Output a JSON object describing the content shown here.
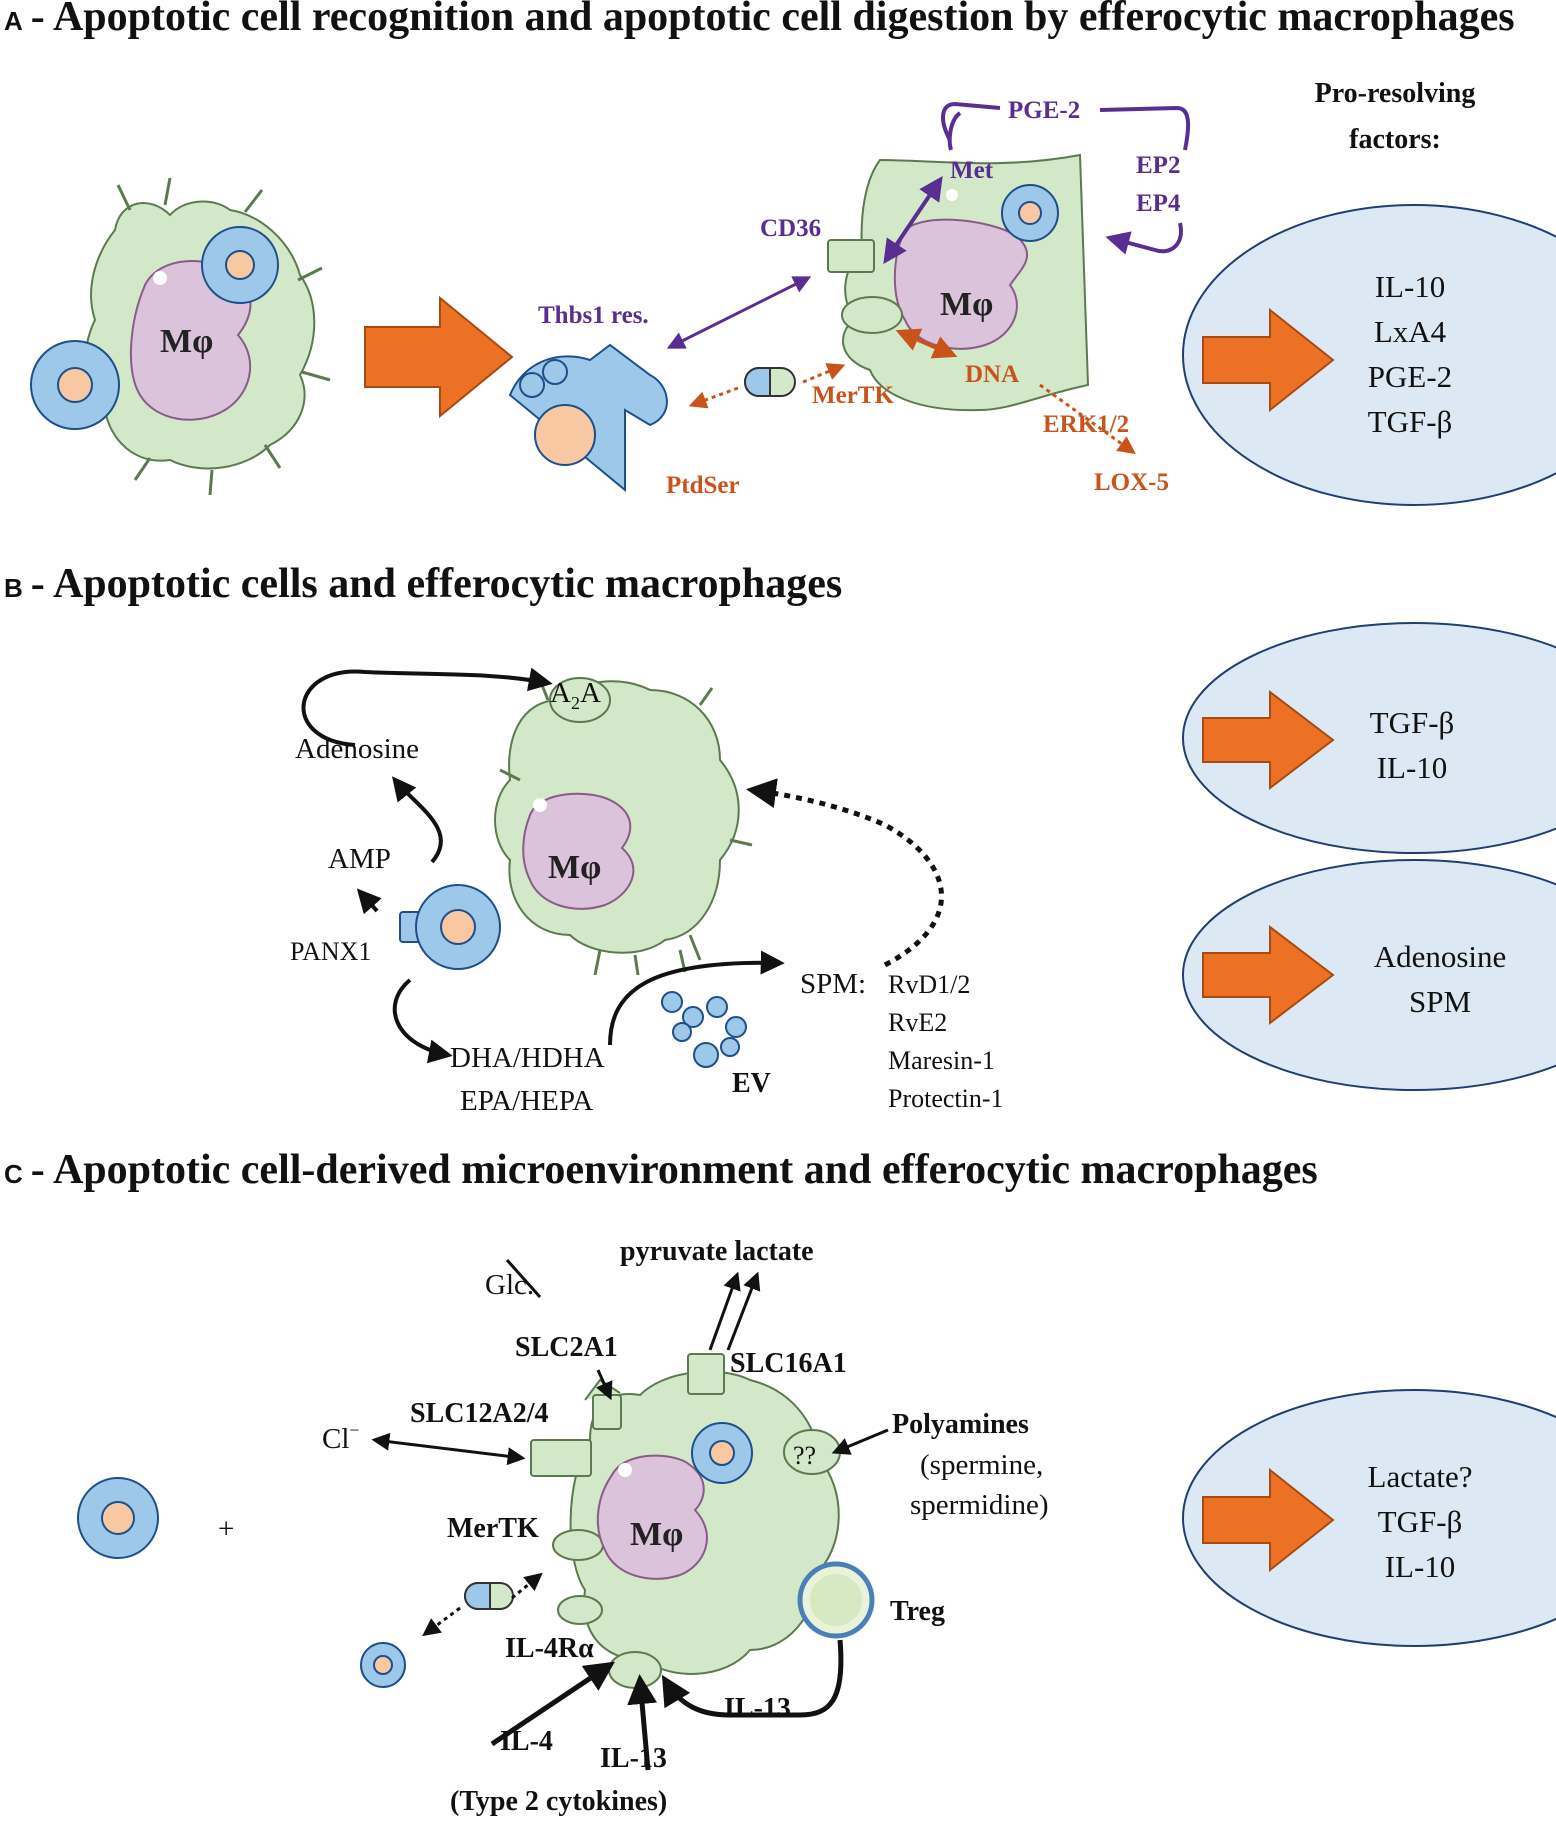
{
  "panel_a": {
    "letter": "A",
    "title": "- Apoptotic cell recognition and apoptotic cell digestion by  efferocytic macrophages",
    "macrophage_label": "Mφ",
    "labels": {
      "pge2": "PGE-2",
      "met": "Met",
      "ep2": "EP2",
      "ep4": "EP4",
      "cd36": "CD36",
      "thbs1": "Thbs1  res.",
      "mertk": "MerTK",
      "dna": "DNA",
      "ptdser": "PtdSer",
      "erk": "ERK1/2",
      "lox": "LOX-5"
    },
    "factors_heading_line1": "Pro-resolving",
    "factors_heading_line2": "factors:",
    "factors": [
      "IL-10",
      "LxA4",
      "PGE-2",
      "TGF-β"
    ]
  },
  "panel_b": {
    "letter": "B",
    "title": "- Apoptotic cells and efferocytic macrophages",
    "macrophage_label": "Mφ",
    "labels": {
      "a2a_main": "A",
      "a2a_sub": "2",
      "a2a_end": "A",
      "adenosine": "Adenosine",
      "amp": "AMP",
      "panx1": "PANX1",
      "dha": "DHA/HDHA",
      "epa": "EPA/HEPA",
      "ev": "EV",
      "spm": "SPM:",
      "spm_items": [
        "RvD1/2",
        "RvE2",
        "Maresin-1",
        "Protectin-1"
      ]
    },
    "oval1": [
      "TGF-β",
      "IL-10"
    ],
    "oval2": [
      "Adenosine",
      "SPM"
    ]
  },
  "panel_c": {
    "letter": "C",
    "title": "- Apoptotic cell-derived microenvironment and efferocytic macrophages",
    "macrophage_label": "Mφ",
    "plus": "+",
    "labels": {
      "pyruvate": "pyruvate lactate",
      "glc": "Glc.",
      "slc2a1": "SLC2A1",
      "slc16a1": "SLC16A1",
      "slc12": "SLC12A2/4",
      "cl": "Cl",
      "cl_sup": "−",
      "polyamines": "Polyamines",
      "spermine": "(spermine,",
      "spermidine": "spermidine)",
      "qq": "??",
      "mertk": "MerTK",
      "treg": "Treg",
      "il4ra": "IL-4Rα",
      "il13a": "IL-13",
      "il4": "IL-4",
      "il13b": "IL-13",
      "type2": "(Type 2 cytokines)"
    },
    "oval": [
      "Lactate?",
      "TGF-β",
      "IL-10"
    ]
  },
  "colors": {
    "macrophage_fill": "#d3e8c8",
    "nucleus_fill": "#dcc3dc",
    "apoptotic_blue": "#9ec8ea",
    "apoptotic_core": "#f7c8a2",
    "oval_fill": "#dce9f4",
    "arrow_orange": "#ec7124",
    "purple": "#5a2d91",
    "orange_text": "#c8541c"
  }
}
